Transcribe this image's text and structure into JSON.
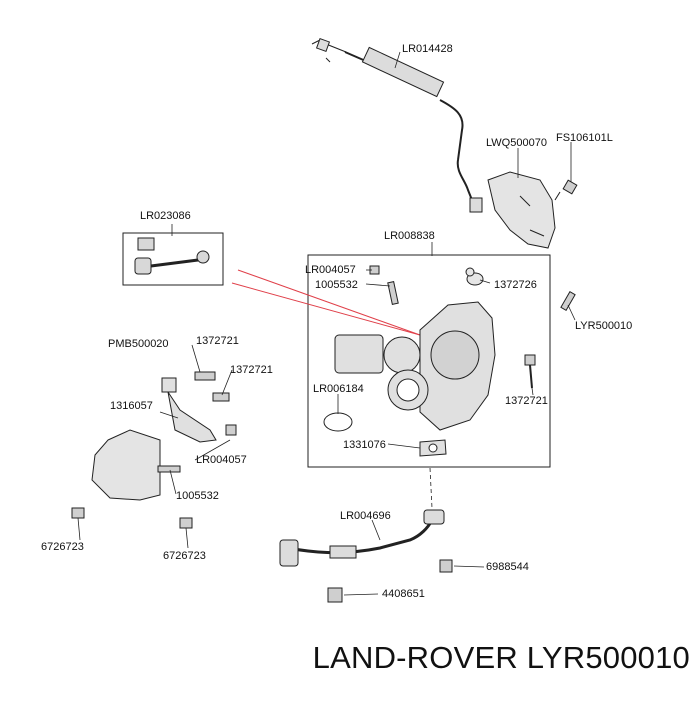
{
  "parts": {
    "p_lr014428": "LR014428",
    "p_lwq500070": "LWQ500070",
    "p_fs106101l": "FS106101L",
    "p_lr023086": "LR023086",
    "p_lr008838": "LR008838",
    "p_lr004057_top": "LR004057",
    "p_1005532_top": "1005532",
    "p_1372726": "1372726",
    "p_lyr500010": "LYR500010",
    "p_pmb500020": "PMB500020",
    "p_1372721_a": "1372721",
    "p_1372721_b": "1372721",
    "p_1372721_c": "1372721",
    "p_lr006184": "LR006184",
    "p_1316057": "1316057",
    "p_1331076": "1331076",
    "p_lr004057_bot": "LR004057",
    "p_1005532_bot": "1005532",
    "p_lr004696": "LR004696",
    "p_6726723_a": "6726723",
    "p_6726723_b": "6726723",
    "p_6988544": "6988544",
    "p_4408651": "4408651"
  },
  "caption": "LAND-ROVER LYR500010",
  "colors": {
    "line": "#222222",
    "highlight": "#e0404a",
    "part_fill": "#dcdcdc"
  }
}
